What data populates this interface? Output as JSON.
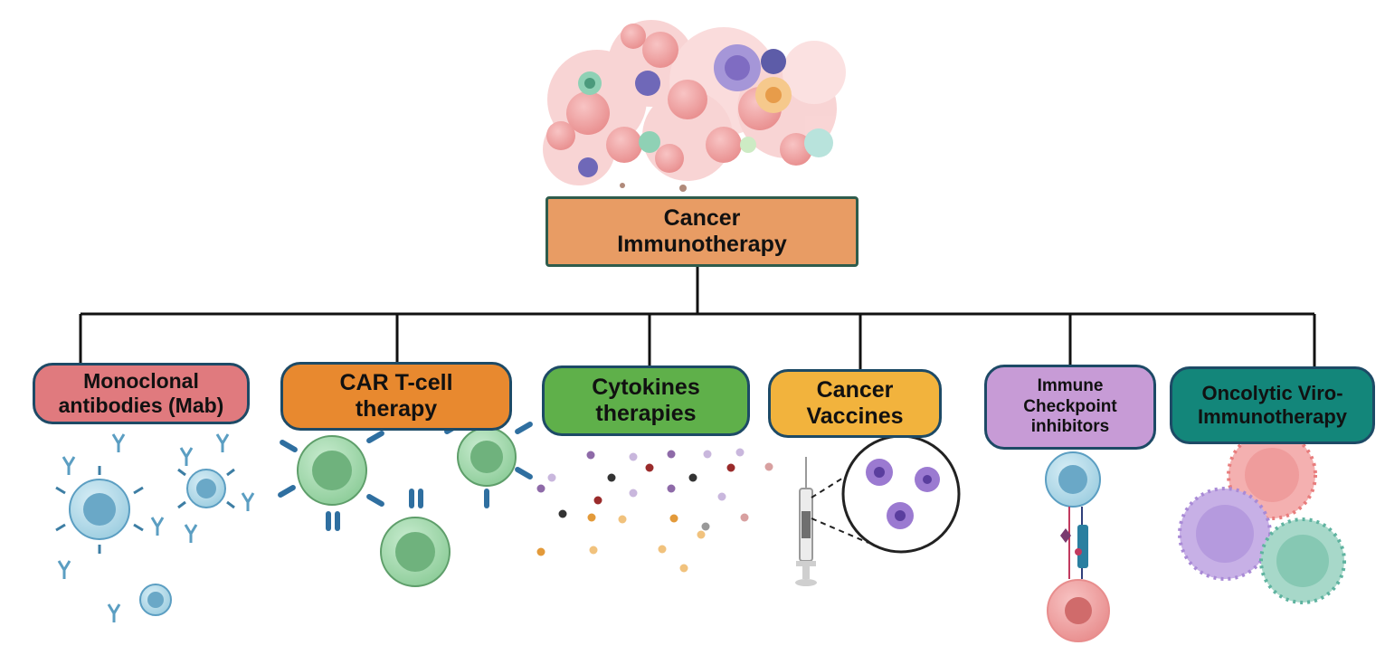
{
  "root": {
    "label_line1": "Cancer",
    "label_line2": "Immunotherapy",
    "color": "#e89c64"
  },
  "categories": [
    {
      "id": "mab",
      "line1": "Monoclonal",
      "line2": "antibodies (Mab)",
      "color": "#e07a7e",
      "icon": "antibody-bound-immune-cells-icon"
    },
    {
      "id": "cart",
      "line1": "CAR T-cell",
      "line2": "therapy",
      "color": "#e8892f",
      "icon": "car-t-cells-icon"
    },
    {
      "id": "cyto",
      "line1": "Cytokines",
      "line2": "therapies",
      "color": "#5fb04a",
      "icon": "cytokine-particles-icon"
    },
    {
      "id": "vacc",
      "line1": "Cancer",
      "line2": "Vaccines",
      "color": "#f2b33d",
      "icon": "syringe-dendritic-cells-icon"
    },
    {
      "id": "ici",
      "line1": "Immune",
      "line2": "Checkpoint",
      "line3": "inhibitors",
      "color": "#c79bd6",
      "icon": "checkpoint-receptor-binding-icon"
    },
    {
      "id": "onco",
      "line1": "Oncolytic Viro-",
      "line2": "Immunotherapy",
      "color": "#13867a",
      "icon": "oncolytic-viruses-icon"
    }
  ],
  "colors": {
    "connector": "#111111",
    "border": "#1d4a66",
    "tumor": "#f0a3a3",
    "antibody": "#5b9ec2",
    "cell_green": "#9fd6a8",
    "virus_red": "#e87d7d",
    "virus_purple": "#a98ad6",
    "virus_teal": "#5fb3a0"
  }
}
